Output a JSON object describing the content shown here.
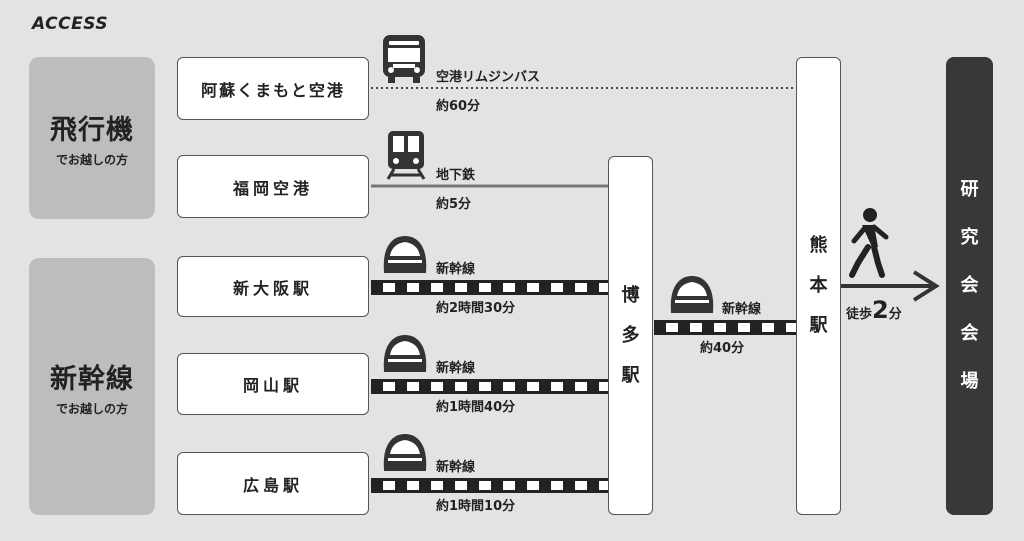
{
  "title": "ACCESS",
  "categories": {
    "air": {
      "big": "飛行機",
      "small": "でお越しの方"
    },
    "shinkansen": {
      "big": "新幹線",
      "small": "でお越しの方"
    }
  },
  "origins": {
    "aso": "阿蘇くまもと空港",
    "fukuoka": "福岡空港",
    "shinosaka": "新大阪駅",
    "okayama": "岡山駅",
    "hiroshima": "広島駅"
  },
  "routes": {
    "aso": {
      "mode": "空港リムジンバス",
      "time": "約60分",
      "icon": "bus-icon"
    },
    "fukuoka": {
      "mode": "地下鉄",
      "time": "約5分",
      "icon": "subway-icon"
    },
    "shinosaka": {
      "mode": "新幹線",
      "time": "約2時間30分",
      "icon": "shinkansen-icon"
    },
    "okayama": {
      "mode": "新幹線",
      "time": "約1時間40分",
      "icon": "shinkansen-icon"
    },
    "hiroshima": {
      "mode": "新幹線",
      "time": "約1時間10分",
      "icon": "shinkansen-icon"
    },
    "hakata_kumamoto": {
      "mode": "新幹線",
      "time": "約40分",
      "icon": "shinkansen-icon"
    }
  },
  "stations": {
    "hakata": [
      "博",
      "多",
      "駅"
    ],
    "kumamoto": [
      "熊",
      "本",
      "駅"
    ]
  },
  "walk": {
    "prefix": "徒歩",
    "number": "2",
    "suffix": "分",
    "icon": "walking-person-icon"
  },
  "destination": [
    "研",
    "究",
    "会",
    "会",
    "場"
  ],
  "colors": {
    "background": "#e3e3e3",
    "category": "#bdbdbd",
    "destination": "#383838",
    "line": "#222222"
  }
}
